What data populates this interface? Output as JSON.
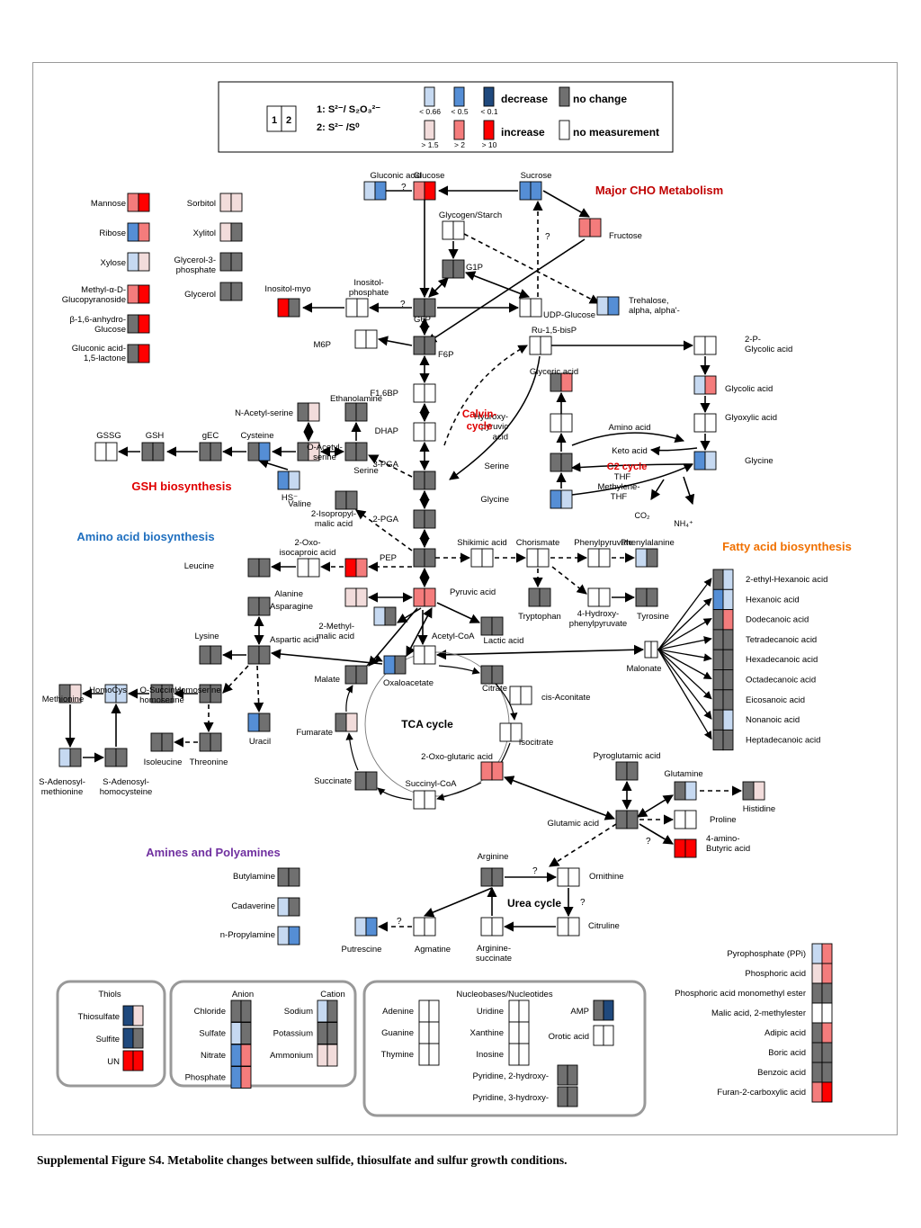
{
  "colors": {
    "d066": "#c6d9f1",
    "d05": "#558ed5",
    "d01": "#1f497d",
    "i15": "#f2dcdb",
    "i2": "#f47c7c",
    "i10": "#ff0000",
    "nc": "#707070",
    "nm": "#ffffff"
  },
  "legend": {
    "box_1": "1",
    "box_2": "2",
    "cond1": "1: S²⁻/ S₂O₃²⁻",
    "cond2": "2: S²⁻ /S⁰",
    "decrease": "decrease",
    "increase": "increase",
    "no_change": "no change",
    "no_measurement": "no measurement",
    "t1": "< 0.66",
    "t2": "< 0.5",
    "t3": "< 0.1",
    "t4": "> 1.5",
    "t5": "> 2",
    "t6": "> 10"
  },
  "sections": {
    "cho": "Major CHO Metabolism",
    "calvin": "Calvin-cycle",
    "gsh": "GSH biosynthesis",
    "amino": "Amino acid biosynthesis",
    "fatty": "Fatty acid biosynthesis",
    "c2": "C2 cycle",
    "tca": "TCA cycle",
    "amines": "Amines and Polyamines",
    "urea": "Urea cycle",
    "thiols": "Thiols",
    "anion": "Anion",
    "cation": "Cation",
    "nucleo": "Nucleobases/Nucleotides"
  },
  "caption": "Supplemental Figure S4. Metabolite changes between sulfide, thiosulfate and sulfur growth conditions.",
  "misc_labels": {
    "q": "?",
    "amino_acid": "Amino acid",
    "keto_acid": "Keto acid",
    "thf": "THF",
    "methylene_thf": "Methylene-THF",
    "co2": "CO₂",
    "nh4": "NH₄⁺",
    "hs": "HS⁻"
  },
  "metabolites": [
    {
      "id": "gluconic",
      "name": "Gluconic acid",
      "c": [
        "d066",
        "d05"
      ]
    },
    {
      "id": "glucose",
      "name": "Glucose",
      "c": [
        "i2",
        "i10"
      ]
    },
    {
      "id": "sucrose",
      "name": "Sucrose",
      "c": [
        "d05",
        "d05"
      ]
    },
    {
      "id": "fructose",
      "name": "Fructose",
      "c": [
        "i2",
        "i2"
      ]
    },
    {
      "id": "glycogen",
      "name": "Glycogen/Starch",
      "c": [
        "nm",
        "nm"
      ]
    },
    {
      "id": "g1p",
      "name": "G1P",
      "c": [
        "nc",
        "nc"
      ]
    },
    {
      "id": "trehalose",
      "name": "Trehalose, alpha, alpha'-",
      "c": [
        "d066",
        "d05"
      ]
    },
    {
      "id": "inositol_myo",
      "name": "Inositol-myo",
      "c": [
        "i10",
        "nc"
      ]
    },
    {
      "id": "inositol_p",
      "name": "Inositol-phosphate",
      "c": [
        "nm",
        "nm"
      ]
    },
    {
      "id": "g6p",
      "name": "G6P",
      "c": [
        "nc",
        "nc"
      ]
    },
    {
      "id": "udp_glucose",
      "name": "UDP-Glucose",
      "c": [
        "nm",
        "nm"
      ]
    },
    {
      "id": "m6p",
      "name": "M6P",
      "c": [
        "nm",
        "nm"
      ]
    },
    {
      "id": "f6p",
      "name": "F6P",
      "c": [
        "nc",
        "nc"
      ]
    },
    {
      "id": "ru15bp",
      "name": "Ru-1,5-bisP",
      "c": [
        "nm",
        "nm"
      ]
    },
    {
      "id": "p_glycolic",
      "name": "2-P-Glycolic acid",
      "c": [
        "nm",
        "nm"
      ]
    },
    {
      "id": "f16bp",
      "name": "F1,6BP",
      "c": [
        "nm",
        "nm"
      ]
    },
    {
      "id": "glyceric",
      "name": "Glyceric acid",
      "c": [
        "nc",
        "i2"
      ]
    },
    {
      "id": "glycolic",
      "name": "Glycolic acid",
      "c": [
        "d066",
        "i2"
      ]
    },
    {
      "id": "ethanolamine",
      "name": "Ethanolamine",
      "c": [
        "nc",
        "nc"
      ]
    },
    {
      "id": "n_acetylserine",
      "name": "N-Acetyl-serine",
      "c": [
        "nc",
        "i15"
      ]
    },
    {
      "id": "dhap",
      "name": "DHAP",
      "c": [
        "nm",
        "nm"
      ]
    },
    {
      "id": "hydroxypyruvic",
      "name": "Hydroxy-pyruvic acid",
      "c": [
        "nm",
        "nm"
      ]
    },
    {
      "id": "glyoxylic",
      "name": "Glyoxylic acid",
      "c": [
        "nm",
        "nm"
      ]
    },
    {
      "id": "gssg",
      "name": "GSSG",
      "c": [
        "nm",
        "nm"
      ]
    },
    {
      "id": "gsh",
      "name": "GSH",
      "c": [
        "nc",
        "nc"
      ]
    },
    {
      "id": "gec",
      "name": "gEC",
      "c": [
        "nc",
        "nc"
      ]
    },
    {
      "id": "cysteine",
      "name": "Cysteine",
      "c": [
        "nc",
        "d05"
      ]
    },
    {
      "id": "o_acetylserine",
      "name": "O-Acetyl-serine",
      "c": [
        "nc",
        "i15"
      ]
    },
    {
      "id": "serine",
      "name": "Serine",
      "c": [
        "nc",
        "nc"
      ]
    },
    {
      "id": "serine2",
      "name": "Serine",
      "c": [
        "nc",
        "nc"
      ]
    },
    {
      "id": "glycine",
      "name": "Glycine",
      "c": [
        "d05",
        "d066"
      ]
    },
    {
      "id": "glycine2",
      "name": "Glycine",
      "c": [
        "d05",
        "d066"
      ]
    },
    {
      "id": "hs",
      "name": "HS⁻",
      "c": [
        "d05",
        "d066"
      ]
    },
    {
      "id": "pga3",
      "name": "3-PGA",
      "c": [
        "nc",
        "nc"
      ]
    },
    {
      "id": "valine",
      "name": "Valine",
      "c": [
        "nc",
        "nc"
      ]
    },
    {
      "id": "pga2",
      "name": "2-PGA",
      "c": [
        "nc",
        "nc"
      ]
    },
    {
      "id": "isopropylmalic",
      "name": "2-Isopropyl-malic acid",
      "c": [
        "i10",
        "i2"
      ]
    },
    {
      "id": "oxoisocaproic",
      "name": "2-Oxo-isocaproic acid",
      "c": [
        "nm",
        "nm"
      ]
    },
    {
      "id": "pep",
      "name": "PEP",
      "c": [
        "nc",
        "nc"
      ]
    },
    {
      "id": "shikimic",
      "name": "Shikimic acid",
      "c": [
        "nm",
        "nm"
      ]
    },
    {
      "id": "chorismate",
      "name": "Chorismate",
      "c": [
        "nm",
        "nm"
      ]
    },
    {
      "id": "phenylpyruvate",
      "name": "Phenylpyruvate",
      "c": [
        "nm",
        "nm"
      ]
    },
    {
      "id": "phenylalanine",
      "name": "Phenylalanine",
      "c": [
        "d066",
        "nc"
      ]
    },
    {
      "id": "leucine",
      "name": "Leucine",
      "c": [
        "nc",
        "nc"
      ]
    },
    {
      "id": "alanine",
      "name": "Alanine",
      "c": [
        "i15",
        "i15"
      ]
    },
    {
      "id": "pyruvic",
      "name": "Pyruvic acid",
      "c": [
        "i2",
        "i2"
      ]
    },
    {
      "id": "tryptophan",
      "name": "Tryptophan",
      "c": [
        "nc",
        "nc"
      ]
    },
    {
      "id": "hydroxyphenylpyruvate",
      "name": "4-Hydroxy-phenylpyruvate",
      "c": [
        "nm",
        "nm"
      ]
    },
    {
      "id": "tyrosine",
      "name": "Tyrosine",
      "c": [
        "nc",
        "nc"
      ]
    },
    {
      "id": "asparagine",
      "name": "Asparagine",
      "c": [
        "nc",
        "nc"
      ]
    },
    {
      "id": "methylmalic",
      "name": "2-Methyl-malic acid",
      "c": [
        "d066",
        "nc"
      ]
    },
    {
      "id": "lactic",
      "name": "Lactic acid",
      "c": [
        "nc",
        "nc"
      ]
    },
    {
      "id": "lysine",
      "name": "Lysine",
      "c": [
        "nc",
        "nc"
      ]
    },
    {
      "id": "aspartic",
      "name": "Aspartic acid",
      "c": [
        "nc",
        "nc"
      ]
    },
    {
      "id": "acetylcoa",
      "name": "Acetyl-CoA",
      "c": [
        "nm",
        "nm"
      ]
    },
    {
      "id": "malonate",
      "name": "Malonate",
      "c": [
        "nm",
        "nm"
      ]
    },
    {
      "id": "methionine",
      "name": "Methionine",
      "c": [
        "nc",
        "i15"
      ]
    },
    {
      "id": "homocys",
      "name": "HomoCys",
      "c": [
        "d066",
        "d066"
      ]
    },
    {
      "id": "o_succinylhomoserine",
      "name": "O-Succinyl-homoserine",
      "c": [
        "nc",
        "nc"
      ]
    },
    {
      "id": "homoserine",
      "name": "Homoserine",
      "c": [
        "nc",
        "nc"
      ]
    },
    {
      "id": "malate",
      "name": "Malate",
      "c": [
        "nc",
        "nc"
      ]
    },
    {
      "id": "oxaloacetate",
      "name": "Oxaloacetate",
      "c": [
        "d05",
        "nc"
      ]
    },
    {
      "id": "citrate",
      "name": "Citrate",
      "c": [
        "nc",
        "nc"
      ]
    },
    {
      "id": "cis_aconitate",
      "name": "cis-Aconitate",
      "c": [
        "nm",
        "nm"
      ]
    },
    {
      "id": "uracil",
      "name": "Uracil",
      "c": [
        "d05",
        "nc"
      ]
    },
    {
      "id": "fumarate",
      "name": "Fumarate",
      "c": [
        "nc",
        "i15"
      ]
    },
    {
      "id": "isoleucine",
      "name": "Isoleucine",
      "c": [
        "nc",
        "nc"
      ]
    },
    {
      "id": "threonine",
      "name": "Threonine",
      "c": [
        "nc",
        "nc"
      ]
    },
    {
      "id": "isocitrate",
      "name": "Isocitrate",
      "c": [
        "nm",
        "nm"
      ]
    },
    {
      "id": "pyroglutamic",
      "name": "Pyroglutamic acid",
      "c": [
        "nc",
        "nc"
      ]
    },
    {
      "id": "s_adenosylmethionine",
      "name": "S-Adenosyl-methionine",
      "c": [
        "d066",
        "nc"
      ]
    },
    {
      "id": "s_adenosylhomocysteine",
      "name": "S-Adenosyl-homocysteine",
      "c": [
        "nc",
        "nc"
      ]
    },
    {
      "id": "oxoglutaric",
      "name": "2-Oxo-glutaric acid",
      "c": [
        "i2",
        "i2"
      ]
    },
    {
      "id": "glutamine",
      "name": "Glutamine",
      "c": [
        "nc",
        "d066"
      ]
    },
    {
      "id": "histidine",
      "name": "Histidine",
      "c": [
        "nc",
        "i15"
      ]
    },
    {
      "id": "succinate",
      "name": "Succinate",
      "c": [
        "nc",
        "nc"
      ]
    },
    {
      "id": "succinylcoa",
      "name": "Succinyl-CoA",
      "c": [
        "nm",
        "nm"
      ]
    },
    {
      "id": "glutamic",
      "name": "Glutamic acid",
      "c": [
        "nc",
        "nc"
      ]
    },
    {
      "id": "proline",
      "name": "Proline",
      "c": [
        "nm",
        "nm"
      ]
    },
    {
      "id": "gaba",
      "name": "4-amino-Butyric acid",
      "c": [
        "i10",
        "i10"
      ]
    },
    {
      "id": "arginine",
      "name": "Arginine",
      "c": [
        "nc",
        "nc"
      ]
    },
    {
      "id": "ornithine",
      "name": "Ornithine",
      "c": [
        "nm",
        "nm"
      ]
    },
    {
      "id": "putrescine",
      "name": "Putrescine",
      "c": [
        "d066",
        "d05"
      ]
    },
    {
      "id": "agmatine",
      "name": "Agmatine",
      "c": [
        "nm",
        "nm"
      ]
    },
    {
      "id": "argininosuccinate",
      "name": "Arginine-succinate",
      "c": [
        "nm",
        "nm"
      ]
    },
    {
      "id": "citruline",
      "name": "Citruline",
      "c": [
        "nm",
        "nm"
      ]
    },
    {
      "id": "butylamine",
      "name": "Butylamine",
      "c": [
        "nc",
        "nc"
      ]
    },
    {
      "id": "cadaverine",
      "name": "Cadaverine",
      "c": [
        "d066",
        "nc"
      ]
    },
    {
      "id": "n_propylamine",
      "name": "n-Propylamine",
      "c": [
        "d066",
        "d05"
      ]
    },
    {
      "id": "mannose",
      "name": "Mannose",
      "c": [
        "i2",
        "i10"
      ]
    },
    {
      "id": "ribose",
      "name": "Ribose",
      "c": [
        "d05",
        "i2"
      ]
    },
    {
      "id": "xylose",
      "name": "Xylose",
      "c": [
        "d066",
        "i15"
      ]
    },
    {
      "id": "methylglucopyranoside",
      "name": "Methyl-α-D-Glucopyranoside",
      "c": [
        "i2",
        "i10"
      ]
    },
    {
      "id": "anhydroglucose",
      "name": "β-1,6-anhydro-Glucose",
      "c": [
        "nc",
        "i10"
      ]
    },
    {
      "id": "gluconolactone",
      "name": "Gluconic acid-1,5-lactone",
      "c": [
        "nc",
        "i10"
      ]
    },
    {
      "id": "sorbitol",
      "name": "Sorbitol",
      "c": [
        "i15",
        "i15"
      ]
    },
    {
      "id": "xylitol",
      "name": "Xylitol",
      "c": [
        "i15",
        "nc"
      ]
    },
    {
      "id": "glycerol3p",
      "name": "Glycerol-3-phosphate",
      "c": [
        "nc",
        "nc"
      ]
    },
    {
      "id": "glycerol",
      "name": "Glycerol",
      "c": [
        "nc",
        "nc"
      ]
    }
  ],
  "fatty_acids": [
    {
      "name": "2-ethyl-Hexanoic acid",
      "c": [
        "nc",
        "d066"
      ]
    },
    {
      "name": "Hexanoic acid",
      "c": [
        "d05",
        "d066"
      ]
    },
    {
      "name": "Dodecanoic acid",
      "c": [
        "nc",
        "i2"
      ]
    },
    {
      "name": "Tetradecanoic acid",
      "c": [
        "nc",
        "nc"
      ]
    },
    {
      "name": "Hexadecanoic acid",
      "c": [
        "nc",
        "nc"
      ]
    },
    {
      "name": "Octadecanoic acid",
      "c": [
        "nc",
        "nc"
      ]
    },
    {
      "name": "Eicosanoic acid",
      "c": [
        "nc",
        "nc"
      ]
    },
    {
      "name": "Nonanoic  acid",
      "c": [
        "nc",
        "d066"
      ]
    },
    {
      "name": "Heptadecanoic acid",
      "c": [
        "nc",
        "nc"
      ]
    }
  ],
  "misc_acids": [
    {
      "name": "Pyrophosphate (PPi)",
      "c": [
        "d066",
        "i2"
      ]
    },
    {
      "name": "Phosphoric acid",
      "c": [
        "i15",
        "i2"
      ]
    },
    {
      "name": "Phosphoric acid monomethyl ester",
      "c": [
        "nc",
        "nc"
      ]
    },
    {
      "name": "Malic acid, 2-methylester",
      "c": [
        "nm",
        "nm"
      ]
    },
    {
      "name": "Adipic acid",
      "c": [
        "nc",
        "i2"
      ]
    },
    {
      "name": "Boric acid",
      "c": [
        "nc",
        "nc"
      ]
    },
    {
      "name": "Benzoic acid",
      "c": [
        "nc",
        "nc"
      ]
    },
    {
      "name": "Furan-2-carboxylic acid",
      "c": [
        "i2",
        "i10"
      ]
    }
  ],
  "thiols": [
    {
      "name": "Thiosulfate",
      "c": [
        "d01",
        "i15"
      ]
    },
    {
      "name": "Sulfite",
      "c": [
        "d01",
        "nc"
      ]
    },
    {
      "name": "UN",
      "c": [
        "i10",
        "i10"
      ]
    }
  ],
  "anions": [
    {
      "name": "Chloride",
      "c": [
        "nc",
        "nc"
      ]
    },
    {
      "name": "Sulfate",
      "c": [
        "d066",
        "nc"
      ]
    },
    {
      "name": "Nitrate",
      "c": [
        "d05",
        "i2"
      ]
    },
    {
      "name": "Phosphate",
      "c": [
        "d05",
        "i2"
      ]
    }
  ],
  "cations": [
    {
      "name": "Sodium",
      "c": [
        "d066",
        "nc"
      ]
    },
    {
      "name": "Potassium",
      "c": [
        "nc",
        "nc"
      ]
    },
    {
      "name": "Ammonium",
      "c": [
        "i15",
        "i15"
      ]
    }
  ],
  "nucleo": [
    {
      "name": "Adenine",
      "c": [
        "nm",
        "nm"
      ]
    },
    {
      "name": "Guanine",
      "c": [
        "nm",
        "nm"
      ]
    },
    {
      "name": "Thymine",
      "c": [
        "nm",
        "nm"
      ]
    },
    {
      "name": "Uridine",
      "c": [
        "nm",
        "nm"
      ]
    },
    {
      "name": "Xanthine",
      "c": [
        "nm",
        "nm"
      ]
    },
    {
      "name": "Inosine",
      "c": [
        "nm",
        "nm"
      ]
    },
    {
      "name": "AMP",
      "c": [
        "nc",
        "d01"
      ]
    },
    {
      "name": "Orotic acid",
      "c": [
        "nm",
        "nm"
      ]
    },
    {
      "name": "Pyridine, 2-hydroxy-",
      "c": [
        "nc",
        "nc"
      ]
    },
    {
      "name": "Pyridine, 3-hydroxy-",
      "c": [
        "nc",
        "nc"
      ]
    }
  ]
}
